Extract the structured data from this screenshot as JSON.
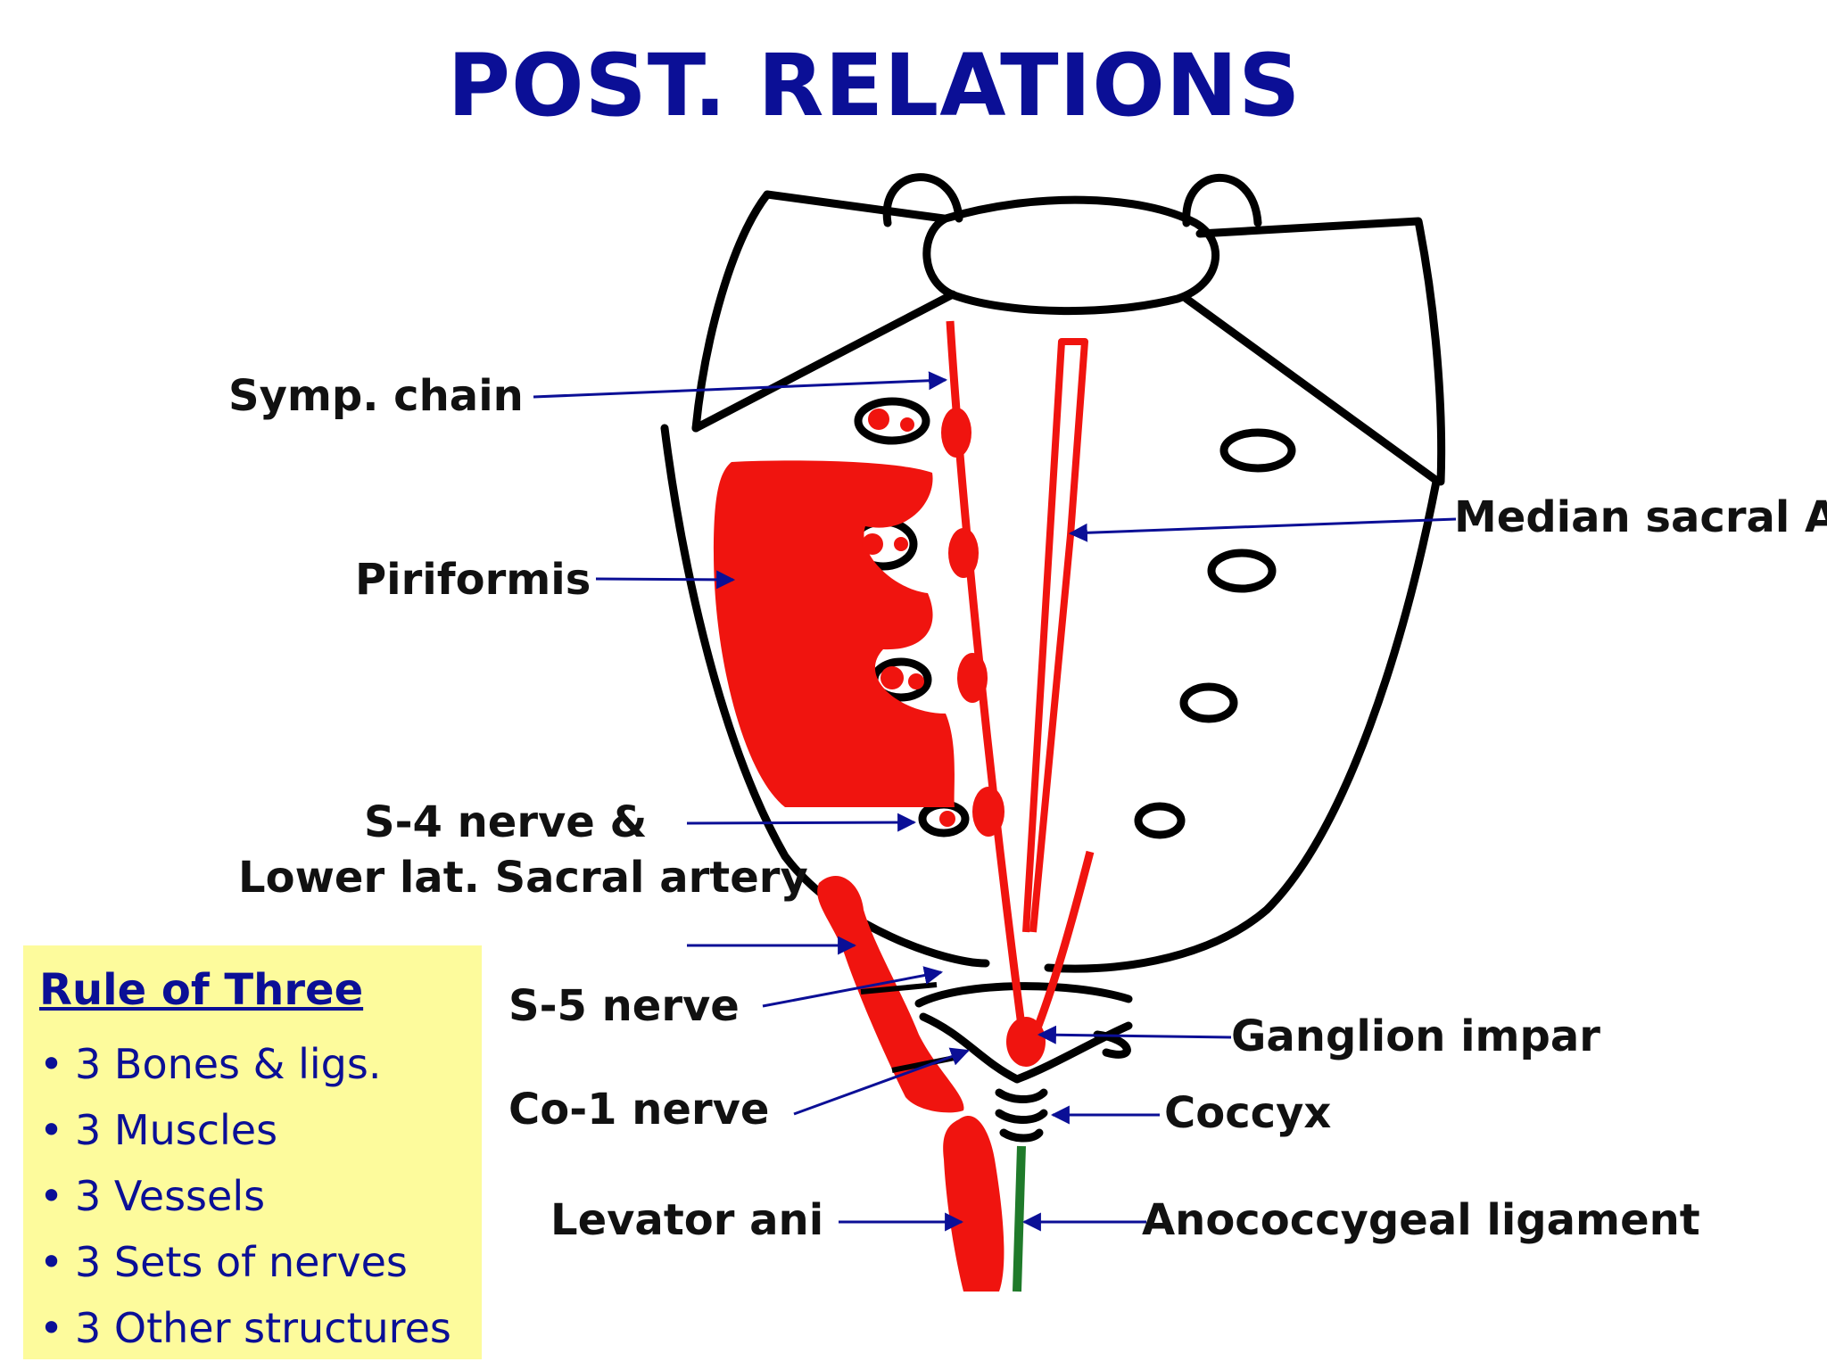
{
  "title": "POST. RELATIONS",
  "labels": {
    "symp_chain": "Symp. chain",
    "piriformis": "Piriformis",
    "s4_nerve_line1": "S-4 nerve &",
    "s4_nerve_line2": "Lower lat. Sacral artery",
    "s5_nerve": "S-5 nerve",
    "co1_nerve": "Co-1 nerve",
    "levator_ani": "Levator ani",
    "median_sacral": "Median sacral A.",
    "ganglion_impar": "Ganglion impar",
    "coccyx": "Coccyx",
    "anococcygeal": "Anococcygeal ligament"
  },
  "rule_box": {
    "title": "Rule of Three",
    "items": [
      "3 Bones & ligs.",
      "3 Muscles",
      "3 Vessels",
      "3 Sets of nerves",
      "3 Other structures"
    ]
  },
  "colors": {
    "title": "#0b0f96",
    "structure_red": "#f0140f",
    "outline": "#000000",
    "arrow": "#0b0f96",
    "ligament_green": "#1f7a2a",
    "rule_box_bg": "#fdfb9c"
  }
}
